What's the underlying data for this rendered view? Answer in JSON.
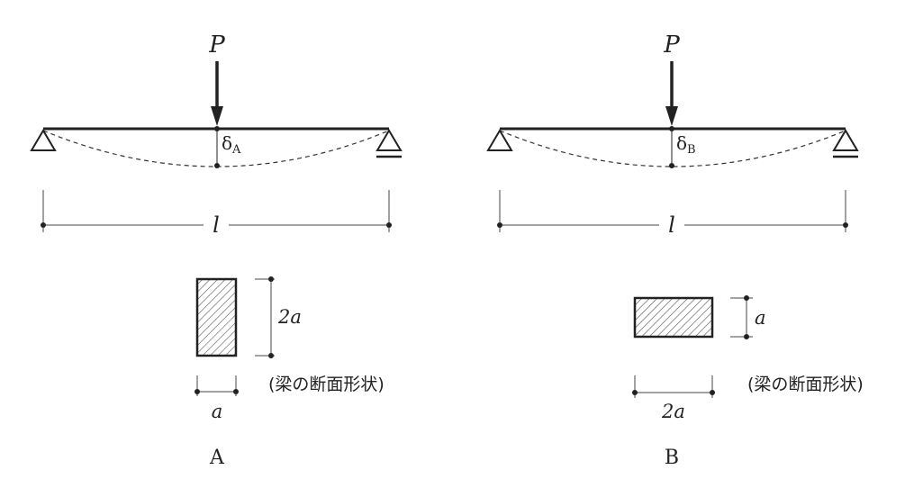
{
  "colors": {
    "ink": "#222222",
    "hatch": "#555555",
    "dim": "#444444"
  },
  "diagrams": [
    {
      "load_label": "P",
      "deflection_symbol": "δ",
      "deflection_subscript": "A",
      "span_label": "l",
      "section_height_label": "2a",
      "section_width_label": "a",
      "section_caption": "(梁の断面形状)",
      "case_label": "A"
    },
    {
      "load_label": "P",
      "deflection_symbol": "δ",
      "deflection_subscript": "B",
      "span_label": "l",
      "section_height_label": "a",
      "section_width_label": "2a",
      "section_caption": "(梁の断面形状)",
      "case_label": "B"
    }
  ]
}
